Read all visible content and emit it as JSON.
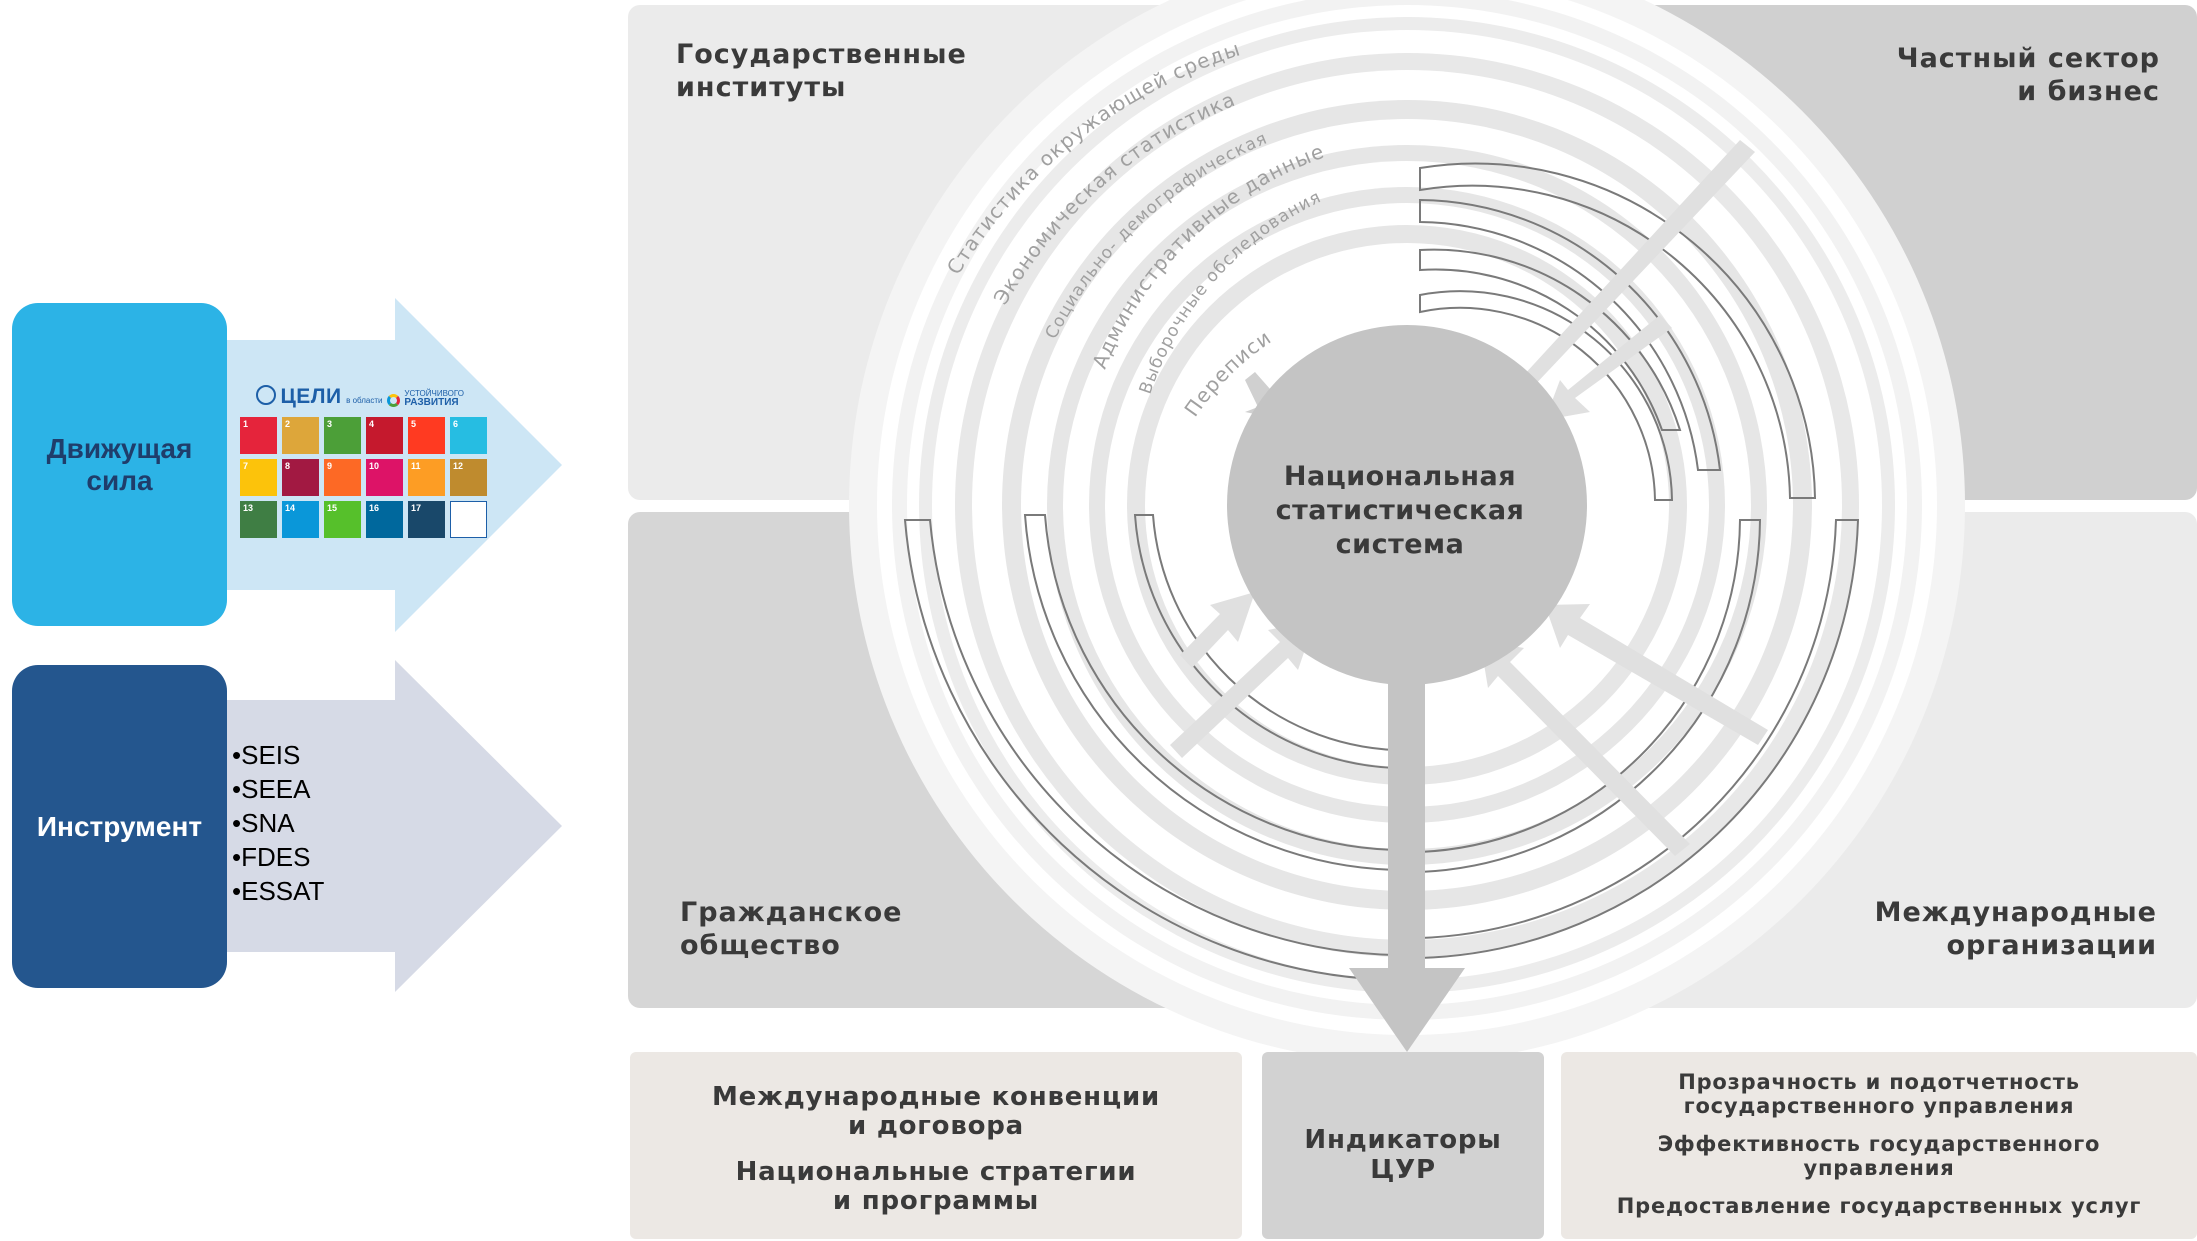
{
  "left_panel": {
    "driver_label": "Движущая сила",
    "instrument_label": "Инструмент",
    "sdg_logo": {
      "heading": "ЦЕЛИ",
      "heading_small_1": "в области",
      "heading_small_2": "УСТОЙЧИВОГО",
      "heading_small_3": "РАЗВИТИЯ",
      "tiles": [
        "1",
        "2",
        "3",
        "4",
        "5",
        "6",
        "7",
        "8",
        "9",
        "10",
        "11",
        "12",
        "13",
        "14",
        "15",
        "16",
        "17",
        ""
      ],
      "tile_colors": [
        "#e5243b",
        "#dda63a",
        "#4c9f38",
        "#c5192d",
        "#ff3a21",
        "#26bde2",
        "#fcc30b",
        "#a21942",
        "#fd6925",
        "#dd1367",
        "#fd9d24",
        "#bf8b2e",
        "#3f7e44",
        "#0a97d9",
        "#56c02b",
        "#00689d",
        "#19486a",
        "#ffffff"
      ]
    },
    "instruments": [
      "SEIS",
      "SEEA",
      "SNA",
      "FDES",
      "ESSAT"
    ]
  },
  "quadrants": {
    "top_left": [
      "Государственные",
      "институты"
    ],
    "top_right": [
      "Частный сектор",
      "и бизнес"
    ],
    "bottom_left": [
      "Гражданское",
      "общество"
    ],
    "bottom_right": [
      "Международные",
      "организации"
    ]
  },
  "rings": [
    "Статистика окружающей среды",
    "Экономическая статистика",
    "Социально- демографическая",
    "Административные данные",
    "Выборочные обследования",
    "Переписи"
  ],
  "center": [
    "Национальная",
    "статистическая",
    "система"
  ],
  "bottom": {
    "left": [
      "Международные конвенции",
      "и договора",
      "Национальные стратегии",
      "и программы"
    ],
    "middle": [
      "Индикаторы",
      "ЦУР"
    ],
    "right": [
      "Прозрачность и подотчетность",
      "государственного управления",
      "Эффективность государственного",
      "управления",
      "Предоставление государственных услуг"
    ]
  },
  "colors": {
    "driver_box": "#2cb3e6",
    "driver_arrow": "#cde6f5",
    "instrument_box": "#24568e",
    "instrument_arrow": "#d6dae6",
    "quadrant_light": "#ebebeb",
    "quadrant_dark": "#d0d0d0",
    "center_circle": "#c4c4c4"
  }
}
